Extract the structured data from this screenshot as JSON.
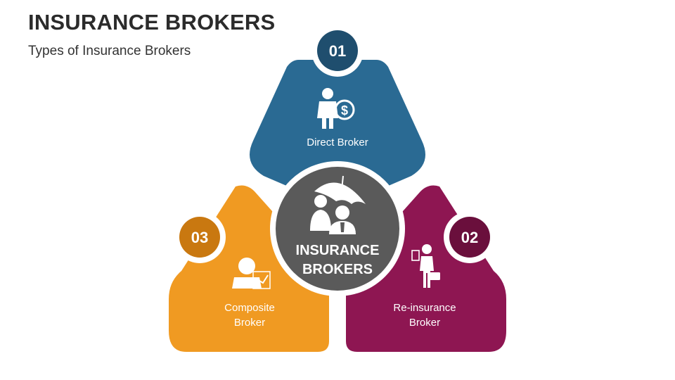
{
  "header": {
    "title": "INSURANCE BROKERS",
    "subtitle": "Types of Insurance Brokers"
  },
  "center": {
    "line1": "INSURANCE",
    "line2": "BROKERS",
    "color": "#5a5a5a",
    "icon": "people-umbrella-icon"
  },
  "items": [
    {
      "number": "01",
      "label_line1": "Direct Broker",
      "label_line2": "",
      "color": "#2a6a93",
      "number_color": "#1f4e6e",
      "icon": "businessman-dollar-icon"
    },
    {
      "number": "02",
      "label_line1": "Re-insurance",
      "label_line2": "Broker",
      "color": "#8e1652",
      "number_color": "#6a0f3c",
      "icon": "businessman-briefcase-icon"
    },
    {
      "number": "03",
      "label_line1": "Composite",
      "label_line2": "Broker",
      "color": "#f09a22",
      "number_color": "#c97810",
      "icon": "businessman-chart-icon"
    }
  ]
}
